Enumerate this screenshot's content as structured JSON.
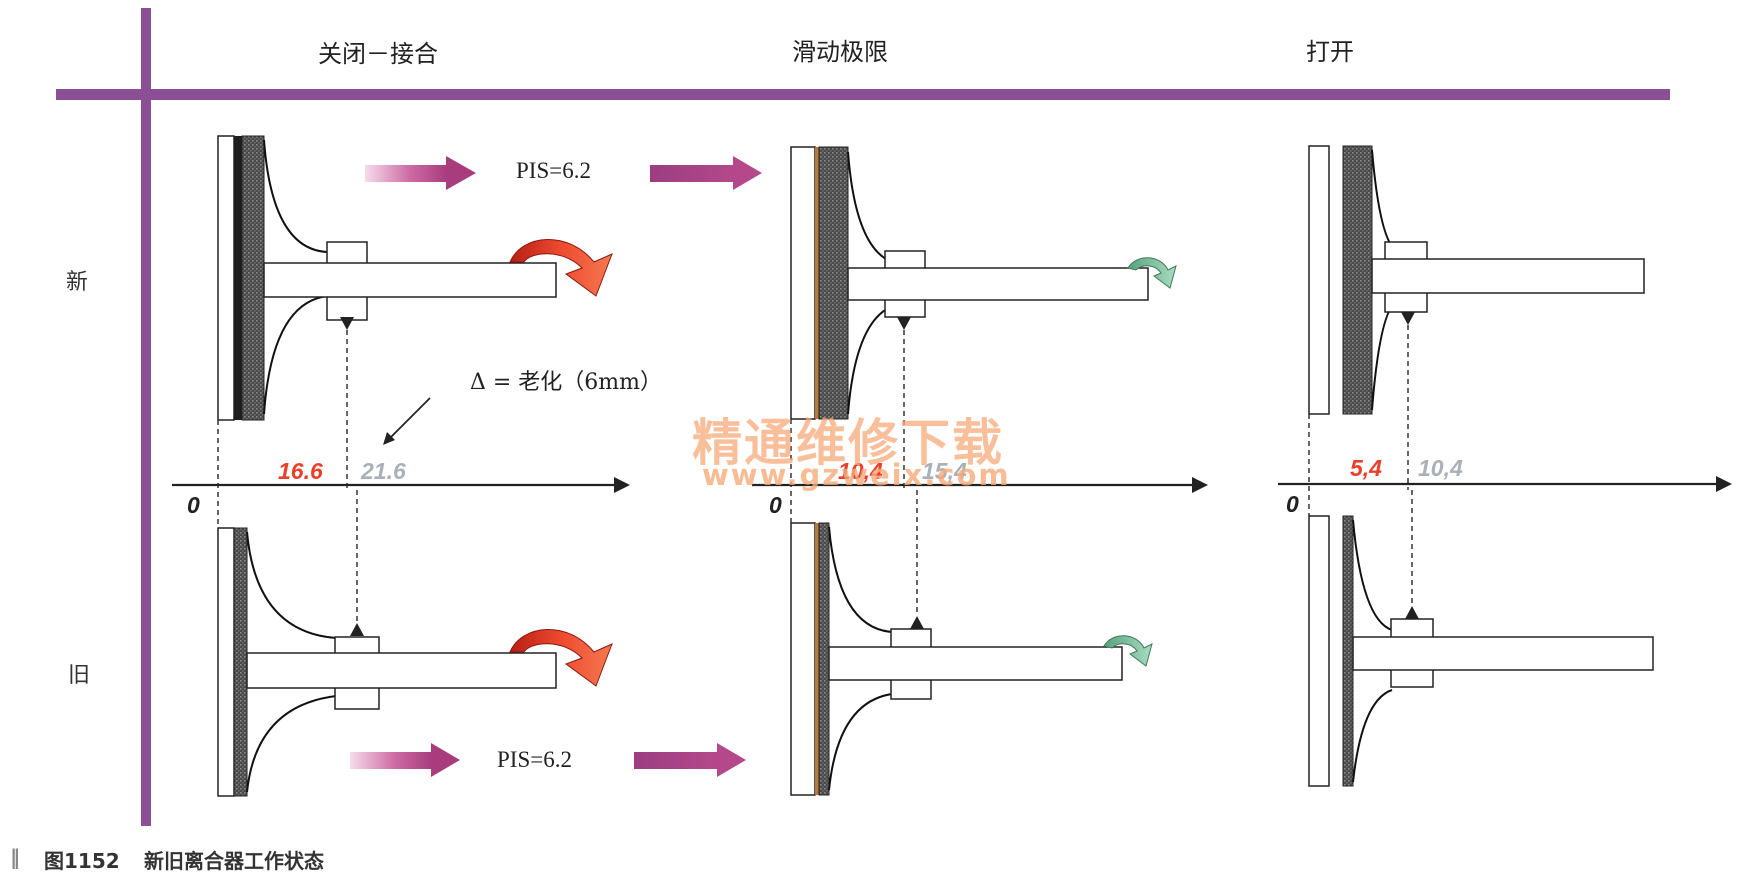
{
  "headers": {
    "col1": "关闭－接合",
    "col2": "滑动极限",
    "col3": "打开"
  },
  "rows": {
    "new": "新",
    "old": "旧"
  },
  "pis": {
    "top": "PIS=6.2",
    "bottom": "PIS=6.2"
  },
  "delta_label": "Δ = 老化（6mm）",
  "scales": [
    {
      "zero": "0",
      "red": "16.6",
      "grey": "21.6"
    },
    {
      "zero": "0",
      "red": "10,4",
      "grey": "15,4"
    },
    {
      "zero": "0",
      "red": "5,4",
      "grey": "10,4"
    }
  ],
  "watermark": {
    "line1": "精通维修下载",
    "line2": "www.gzweix.com"
  },
  "caption": {
    "marker": "‖",
    "figure": "图1152",
    "title": "新旧离合器工作状态"
  },
  "colors": {
    "frame": "#8b4f95",
    "red_value": "#e8402a",
    "grey_value": "#a9b0b8",
    "rotate_red": "#e2402b",
    "rotate_green": "#7bbf9a",
    "push_arrow": "#b0417f",
    "friction_plate": "#555555",
    "worn_layer": "#b87a3c"
  }
}
